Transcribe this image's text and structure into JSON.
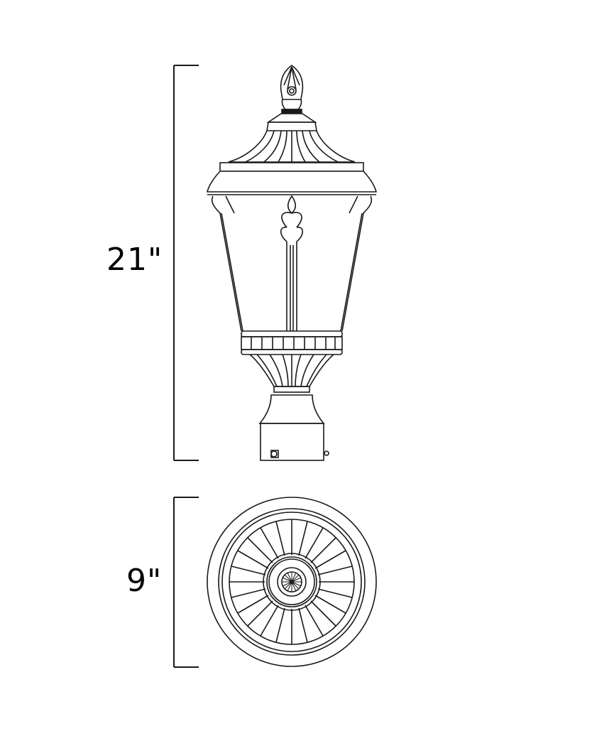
{
  "diagram": {
    "type": "dimension-drawing",
    "subject": "post-mount lantern",
    "views": [
      {
        "name": "side-elevation",
        "dimension_label": "21\"",
        "dimension": "height"
      },
      {
        "name": "top-plan",
        "dimension_label": "9\"",
        "dimension": "width"
      }
    ]
  },
  "labels": {
    "height": "21\"",
    "width": "9\""
  },
  "colors": {
    "line": "#1a1a1a",
    "background": "#ffffff"
  }
}
